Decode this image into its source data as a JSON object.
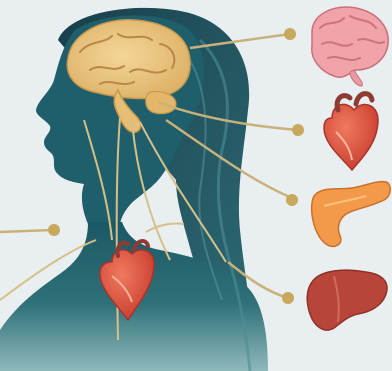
{
  "illustration": {
    "subject": "woman-silhouette",
    "organs": [
      "brain",
      "heart",
      "pancreas",
      "liver"
    ],
    "colors": {
      "background": "#e9eff1",
      "silhouette_dark": "#1f5f6b",
      "silhouette_light": "#6a9ea3",
      "brain": "#e8c27a",
      "brain_detail": "#c9984a",
      "connector": "#c9b27a",
      "connector_dot": "#c7a85c",
      "pink_brain": "#f0a3a8",
      "heart": "#e0523f",
      "pancreas": "#f29a4a",
      "liver": "#b8453a"
    }
  }
}
